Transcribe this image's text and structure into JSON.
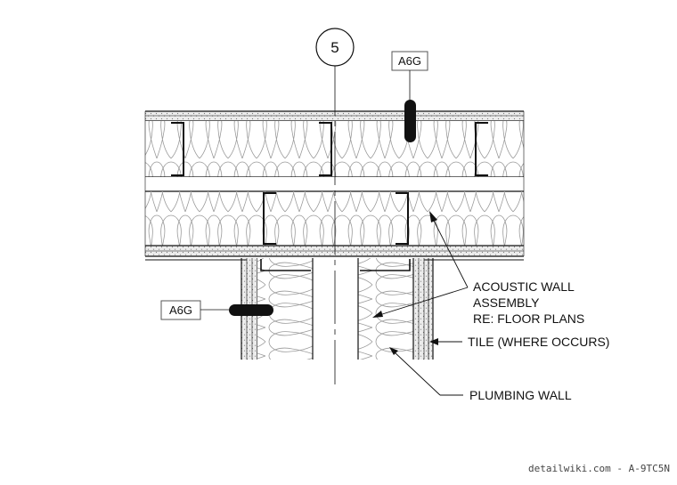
{
  "grid_marker": {
    "label": "5"
  },
  "tags": {
    "top": "A6G",
    "left": "A6G"
  },
  "notes": {
    "acoustic": [
      "ACOUSTIC WALL",
      "ASSEMBLY",
      "RE: FLOOR PLANS"
    ],
    "tile": "TILE (WHERE OCCURS)",
    "plumbing": "PLUMBING WALL"
  },
  "watermark": "detailwiki.com - A-9TC5N",
  "colors": {
    "line": "#111111",
    "insulation": "#9a9a9a",
    "tag_border": "#555555",
    "board": "#d8d8d8"
  }
}
